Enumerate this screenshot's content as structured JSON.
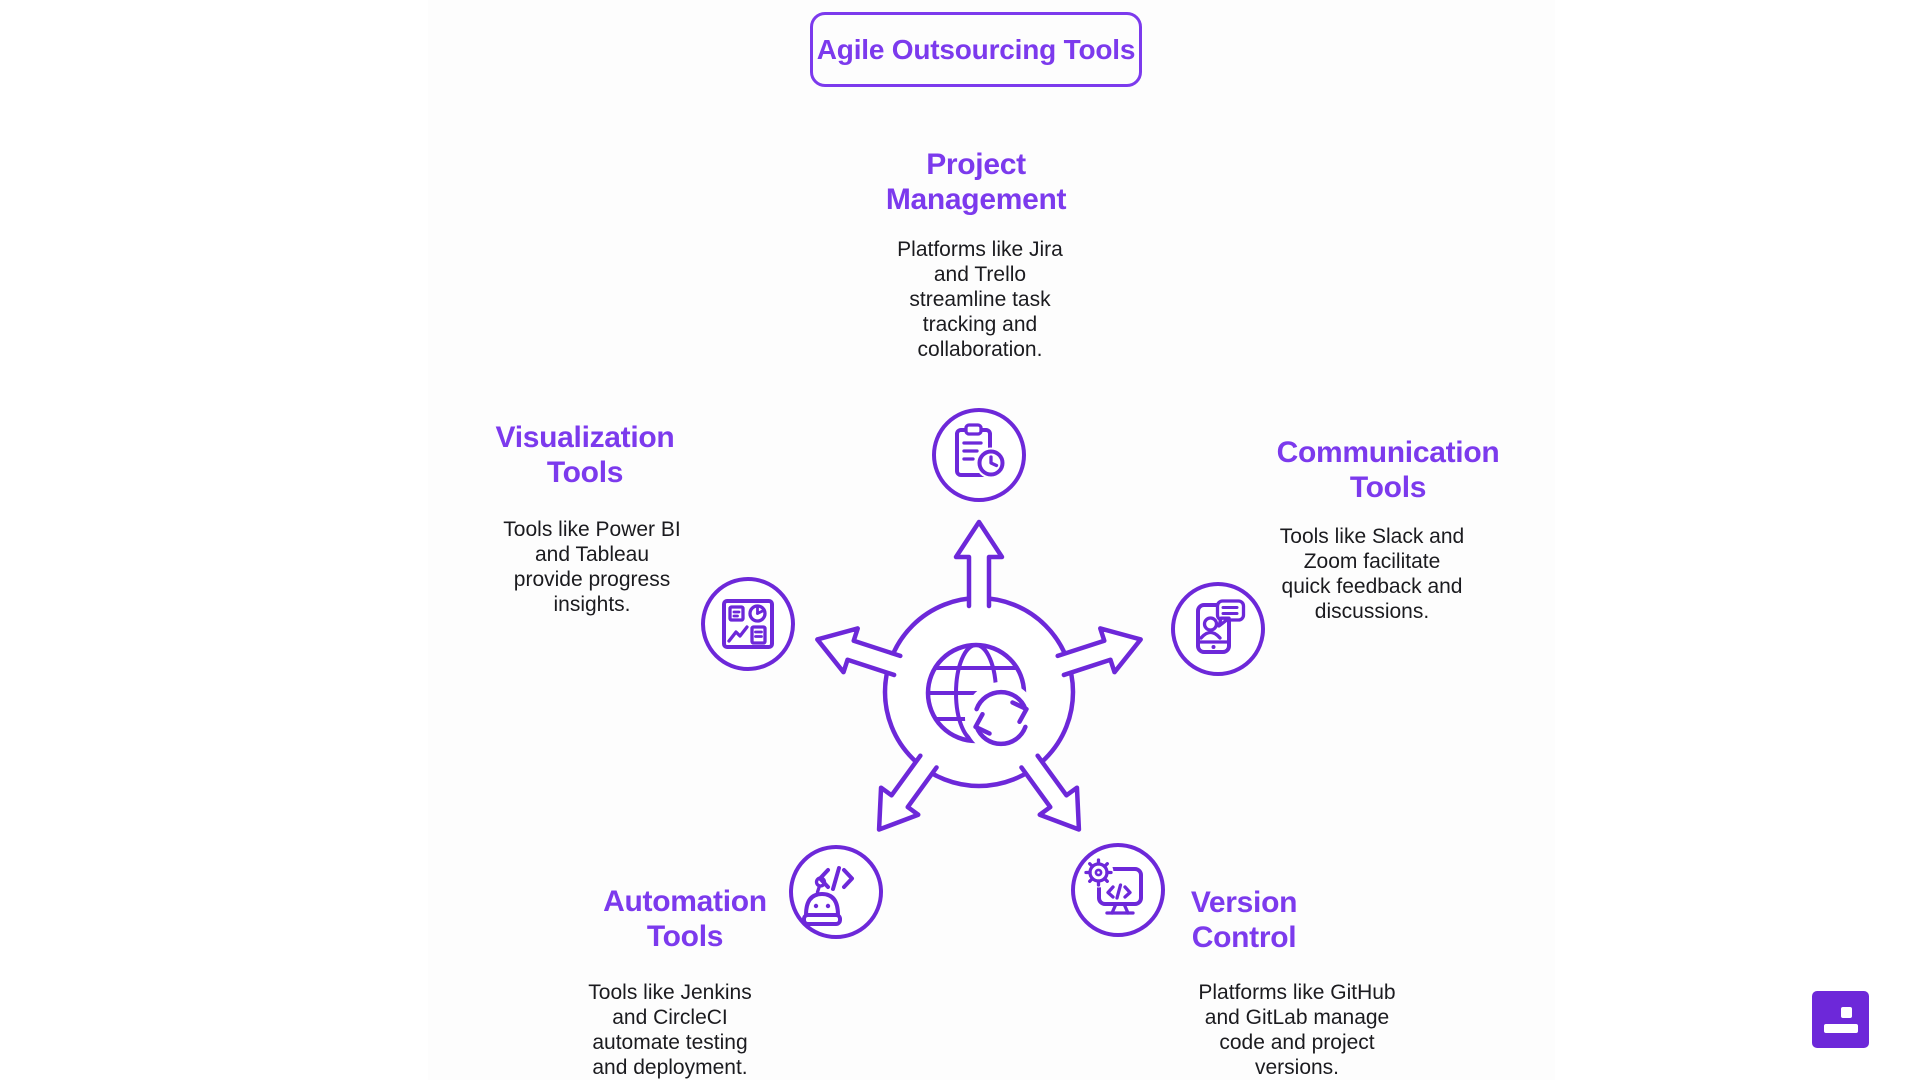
{
  "colors": {
    "accent": "#7C3AED",
    "icon_stroke": "#6D28D9",
    "body_text": "#1B1B1F",
    "badge_bg": "#6D28D9",
    "canvas_bg": "#fdfdfd"
  },
  "title": {
    "label": "Agile Outsourcing Tools"
  },
  "center": {
    "icon": "globe-sync-icon"
  },
  "nodes": [
    {
      "id": "project-management",
      "heading": "Project\nManagement",
      "description": "Platforms like Jira\nand Trello\nstreamline task\ntracking and\ncollaboration.",
      "icon": "clipboard-clock-icon"
    },
    {
      "id": "visualization-tools",
      "heading": "Visualization\nTools",
      "description": "Tools like Power BI\nand Tableau\nprovide progress\ninsights.",
      "icon": "dashboard-chart-icon"
    },
    {
      "id": "communication-tools",
      "heading": "Communication\nTools",
      "description": "Tools like Slack and\nZoom facilitate\nquick feedback and\ndiscussions.",
      "icon": "phone-chat-icon"
    },
    {
      "id": "automation-tools",
      "heading": "Automation\nTools",
      "description": "Tools like Jenkins\nand CircleCI\nautomate testing\nand deployment.",
      "icon": "robot-code-icon"
    },
    {
      "id": "version-control",
      "heading": "Version\nControl",
      "description": "Platforms like GitHub\nand GitLab manage\ncode and project\nversions.",
      "icon": "monitor-gear-icon"
    }
  ]
}
